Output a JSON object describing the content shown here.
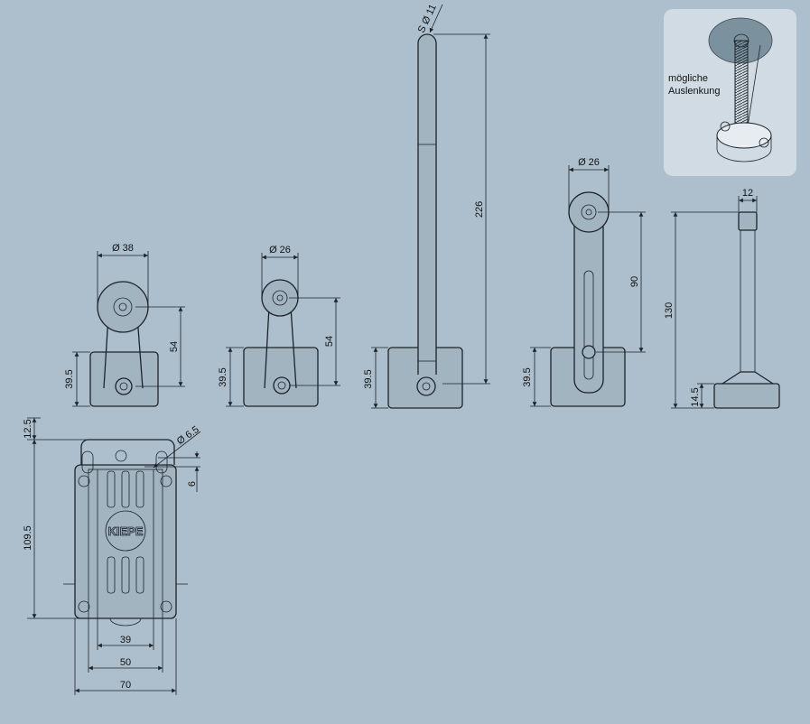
{
  "views": {
    "roller_38": {
      "diameter": "Ø 38",
      "height": "54",
      "base": "39.5"
    },
    "roller_26": {
      "diameter": "Ø 26",
      "height": "54",
      "base": "39.5"
    },
    "rod": {
      "tip": "S Ø 11",
      "length": "226",
      "base": "39.5"
    },
    "adjustable_roller": {
      "diameter": "Ø 26",
      "height": "90",
      "base": "39.5"
    },
    "spring_rod": {
      "width": "12",
      "height": "130",
      "base": "14.5"
    }
  },
  "bottom_view": {
    "top_offset": "12.5",
    "hole_diameter": "Ø 6.5",
    "hole_offset": "6",
    "length": "109.5",
    "width_inner": "39",
    "width_mid": "50",
    "width_outer": "70",
    "logo": "KIEPE"
  },
  "inset": {
    "caption_line1": "mögliche",
    "caption_line2": "Auslenkung"
  },
  "colors": {
    "background": "#adbfcc",
    "inset": "#d0dbe3",
    "line": "#1c232a"
  }
}
